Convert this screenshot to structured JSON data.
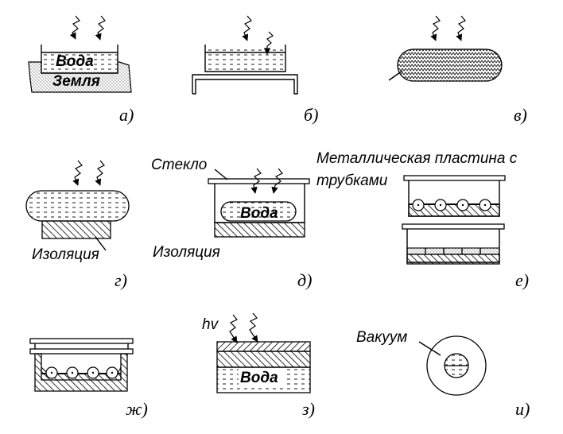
{
  "labels": {
    "water_a": "Вода",
    "earth_a": "Земля",
    "glass": "Стекло",
    "metal_plate_line1": "Металлическая пластина с",
    "metal_plate_line2": "трубками",
    "water_d": "Вода",
    "insulation_g": "Изоляция",
    "insulation_d": "Изоляция",
    "hv": "hv",
    "water_z": "Вода",
    "vacuum": "Вакуум"
  },
  "captions": {
    "a": "а)",
    "b": "б)",
    "v": "в)",
    "g": "г)",
    "d": "д)",
    "e": "е)",
    "zh": "ж)",
    "z": "з)",
    "i": "и)"
  }
}
